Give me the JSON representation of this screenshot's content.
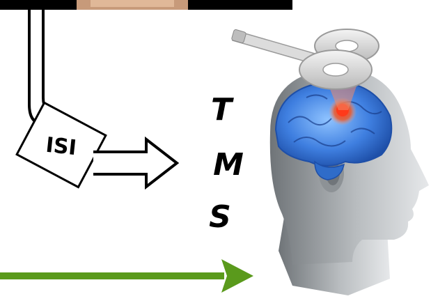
{
  "isi_label": "ISI",
  "tms_letters": [
    "T",
    "M",
    "S"
  ],
  "colors": {
    "green_arrow": "#5a9a1c",
    "outline": "#000000",
    "brain": "#3f7fe0",
    "stimulation_spot": "#f05a28"
  },
  "icons": [
    "tms-coil-icon",
    "head-with-brain-icon"
  ]
}
